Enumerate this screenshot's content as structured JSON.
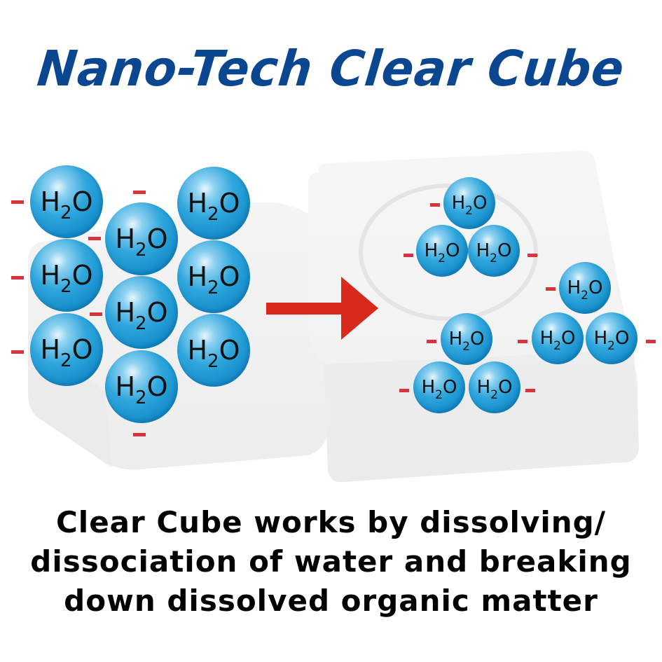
{
  "title": "Nano-Tech Clear Cube",
  "colors": {
    "title_blue": "#0b4690",
    "molecule_blue": "#2fa6dc",
    "charge_red": "#d8343d",
    "arrow_red": "#d9291c",
    "caption_black": "#000000"
  },
  "molecule_label": {
    "h": "H",
    "sub": "2",
    "o": "O"
  },
  "left_panel": {
    "description": "Clustered water molecules on cube",
    "molecule_count": 9,
    "charge_symbol": "-"
  },
  "arrow": {
    "icon": "arrow-right-icon"
  },
  "right_panel": {
    "description": "Dissociated water molecules in groups of three on cube",
    "group_count": 3,
    "molecules_per_group": 3,
    "charge_symbol": "-"
  },
  "caption": {
    "line1": "Clear Cube works by dissolving/",
    "line2": "dissociation of water and breaking",
    "line3": "down dissolved organic matter"
  }
}
